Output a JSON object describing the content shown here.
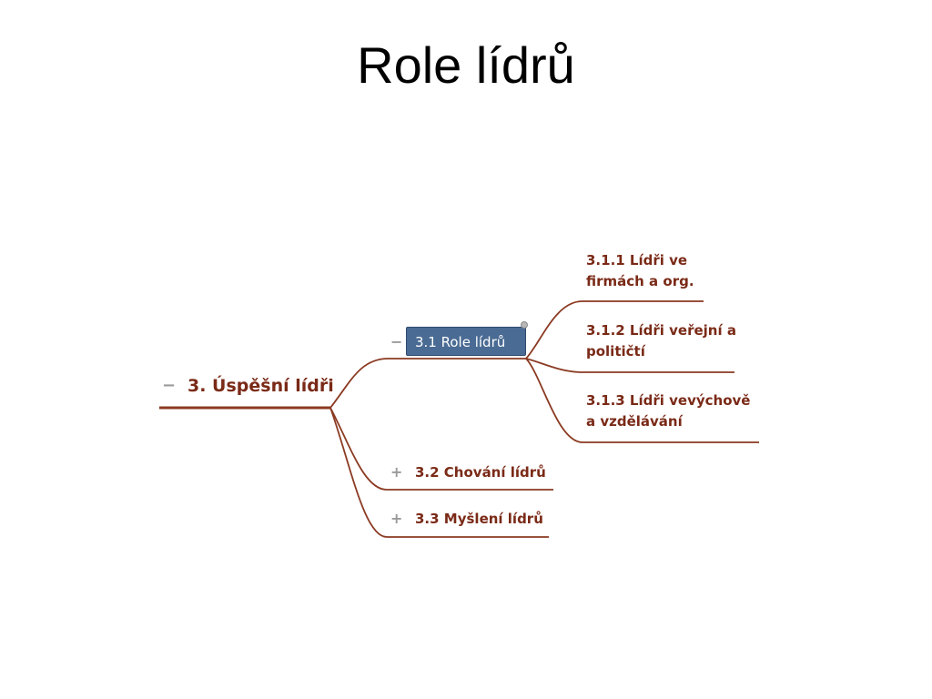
{
  "title": "Role lídrů",
  "mindmap": {
    "root": {
      "label": "3. Úspěšní lídři",
      "toggle": "−"
    },
    "children": [
      {
        "label": "3.1 Role lídrů",
        "toggle": "−",
        "selected": true
      },
      {
        "label": "3.2 Chování lídrů",
        "toggle": "+"
      },
      {
        "label": "3.3 Myšlení lídrů",
        "toggle": "+"
      }
    ],
    "leaves": [
      {
        "label": "3.1.1 Lídři ve firmách a org."
      },
      {
        "label": "3.1.2 Lídři veřejní a političtí"
      },
      {
        "label": "3.1.3 Lídři vevýchově a vzdělávání"
      }
    ],
    "colors": {
      "branch": "#8b3a22",
      "label": "#7a2a17",
      "selected_fill": "#4a6b93",
      "toggle": "#9a9a9a"
    }
  }
}
